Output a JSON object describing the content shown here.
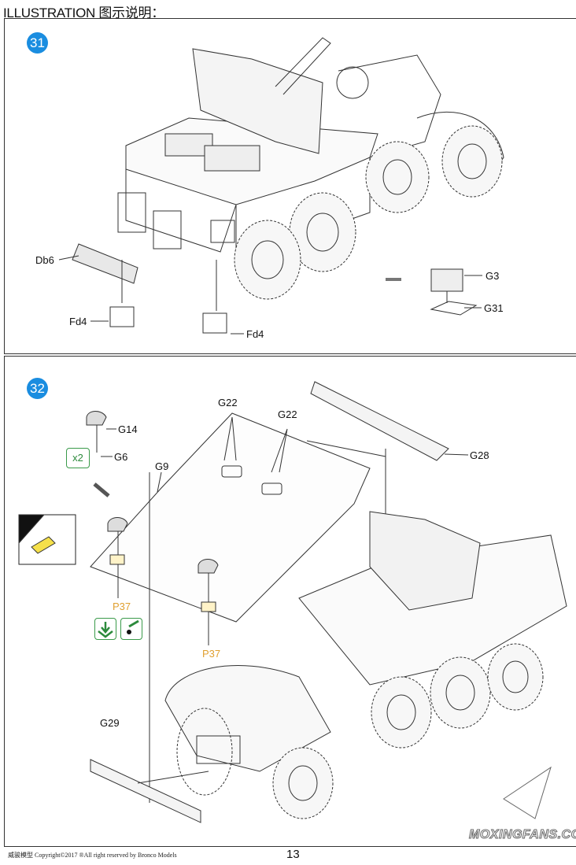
{
  "header": {
    "title": "ILLUSTRATION 图示说明："
  },
  "steps": [
    {
      "number": "31",
      "labels": {
        "db6": "Db6",
        "fd4_left": "Fd4",
        "fd4_right": "Fd4",
        "g3": "G3",
        "g31": "G31"
      }
    },
    {
      "number": "32",
      "labels": {
        "g22_left": "G22",
        "g22_right": "G22",
        "g14": "G14",
        "g6": "G6",
        "quantity": "x2",
        "g9": "G9",
        "g28": "G28",
        "p37_left": "P37",
        "p37_right": "P37",
        "g29": "G29"
      },
      "icons": [
        "bend-down-icon",
        "glue-icon"
      ]
    }
  ],
  "footer": {
    "copyright": "威骏模型  Copyright©2017 ®All right reserved by Bronco Models",
    "page_number": "13"
  },
  "watermark": "MOXINGFANS.COM",
  "colors": {
    "step_badge": "#1a8de0",
    "photo_etch_label": "#e0a030",
    "icon_green": "#3a9a4a"
  }
}
